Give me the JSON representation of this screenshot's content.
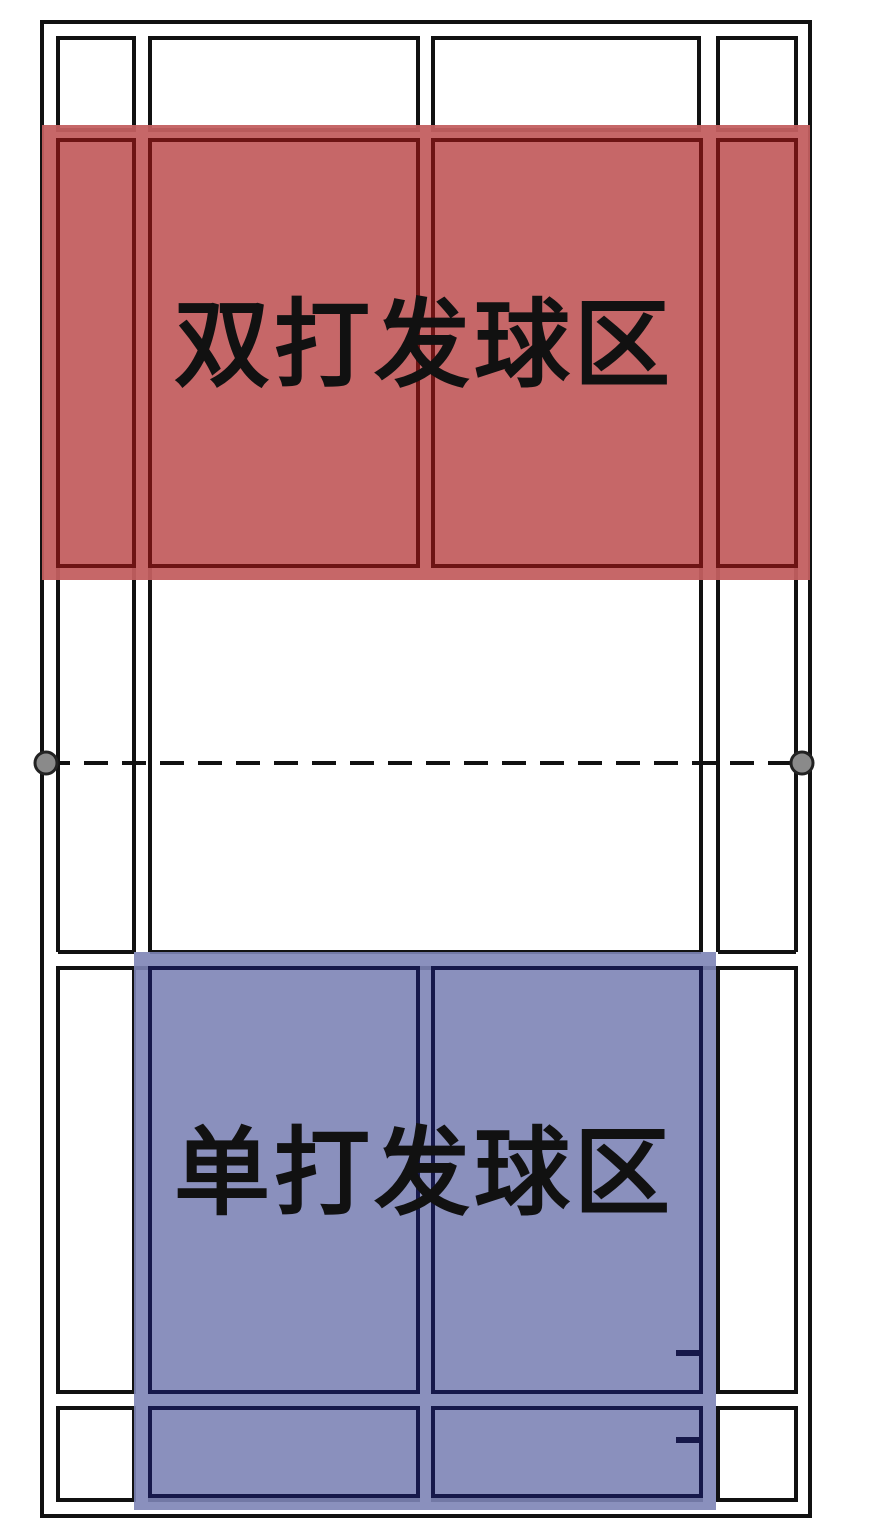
{
  "zones": {
    "doubles_service": {
      "label": "双打发球区",
      "color": "#c35f60",
      "opacity": 0.95
    },
    "singles_service": {
      "label": "单打发球区",
      "color": "#7d84b6",
      "opacity": 0.9
    }
  },
  "court": {
    "line_color": "#111111",
    "net_color": "#111111",
    "post_color": "#8a8a8a"
  }
}
